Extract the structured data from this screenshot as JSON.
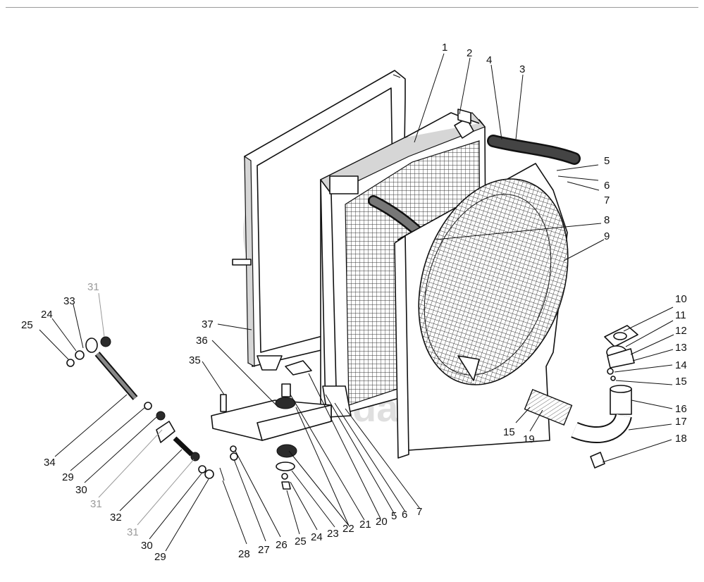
{
  "callouts": [
    {
      "id": "c1",
      "text": "1"
    },
    {
      "id": "c2",
      "text": "2"
    },
    {
      "id": "c3",
      "text": "3"
    },
    {
      "id": "c4",
      "text": "4"
    },
    {
      "id": "c5a",
      "text": "5"
    },
    {
      "id": "c6a",
      "text": "6"
    },
    {
      "id": "c7a",
      "text": "7"
    },
    {
      "id": "c8",
      "text": "8"
    },
    {
      "id": "c9",
      "text": "9"
    },
    {
      "id": "c10",
      "text": "10"
    },
    {
      "id": "c11",
      "text": "11"
    },
    {
      "id": "c12",
      "text": "12"
    },
    {
      "id": "c13",
      "text": "13"
    },
    {
      "id": "c14",
      "text": "14"
    },
    {
      "id": "c15a",
      "text": "15"
    },
    {
      "id": "c16",
      "text": "16"
    },
    {
      "id": "c17",
      "text": "17"
    },
    {
      "id": "c18",
      "text": "18"
    },
    {
      "id": "c15b",
      "text": "15"
    },
    {
      "id": "c19",
      "text": "19"
    },
    {
      "id": "c37",
      "text": "37"
    },
    {
      "id": "c36",
      "text": "36"
    },
    {
      "id": "c35",
      "text": "35"
    },
    {
      "id": "c25a",
      "text": "25"
    },
    {
      "id": "c24a",
      "text": "24"
    },
    {
      "id": "c33",
      "text": "33"
    },
    {
      "id": "c31a",
      "text": "31",
      "gray": true
    },
    {
      "id": "c34",
      "text": "34"
    },
    {
      "id": "c29a",
      "text": "29"
    },
    {
      "id": "c30a",
      "text": "30"
    },
    {
      "id": "c31b",
      "text": "31",
      "gray": true
    },
    {
      "id": "c32",
      "text": "32"
    },
    {
      "id": "c31c",
      "text": "31",
      "gray": true
    },
    {
      "id": "c30b",
      "text": "30"
    },
    {
      "id": "c29b",
      "text": "29"
    },
    {
      "id": "c28",
      "text": "28"
    },
    {
      "id": "c27",
      "text": "27"
    },
    {
      "id": "c26",
      "text": "26"
    },
    {
      "id": "c25b",
      "text": "25"
    },
    {
      "id": "c24b",
      "text": "24"
    },
    {
      "id": "c23",
      "text": "23"
    },
    {
      "id": "c22",
      "text": "22"
    },
    {
      "id": "c21",
      "text": "21"
    },
    {
      "id": "c20",
      "text": "20"
    },
    {
      "id": "c5b",
      "text": "5"
    },
    {
      "id": "c6b",
      "text": "6"
    },
    {
      "id": "c7b",
      "text": "7"
    }
  ],
  "watermark": {
    "text": "da parts"
  }
}
